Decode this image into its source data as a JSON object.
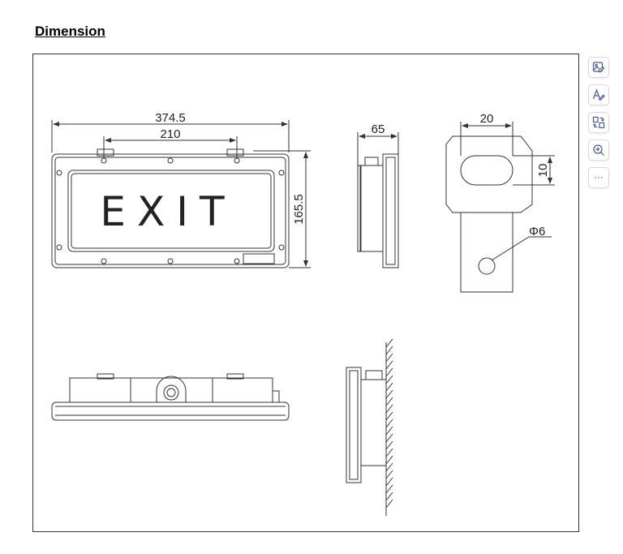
{
  "heading": "Dimension",
  "drawing": {
    "sign_text": "EXIT",
    "dim_total_width": "374.5",
    "dim_hole_spacing": "210",
    "dim_height": "165.5",
    "dim_depth": "65",
    "dim_bracket_width": "20",
    "dim_slot_height": "10",
    "dim_hole_dia": "Φ6"
  },
  "toolbar": {
    "icons": [
      "image-edit-icon",
      "text-edit-icon",
      "convert-icon",
      "zoom-in-icon",
      "more-icon"
    ],
    "more_label": "···"
  }
}
